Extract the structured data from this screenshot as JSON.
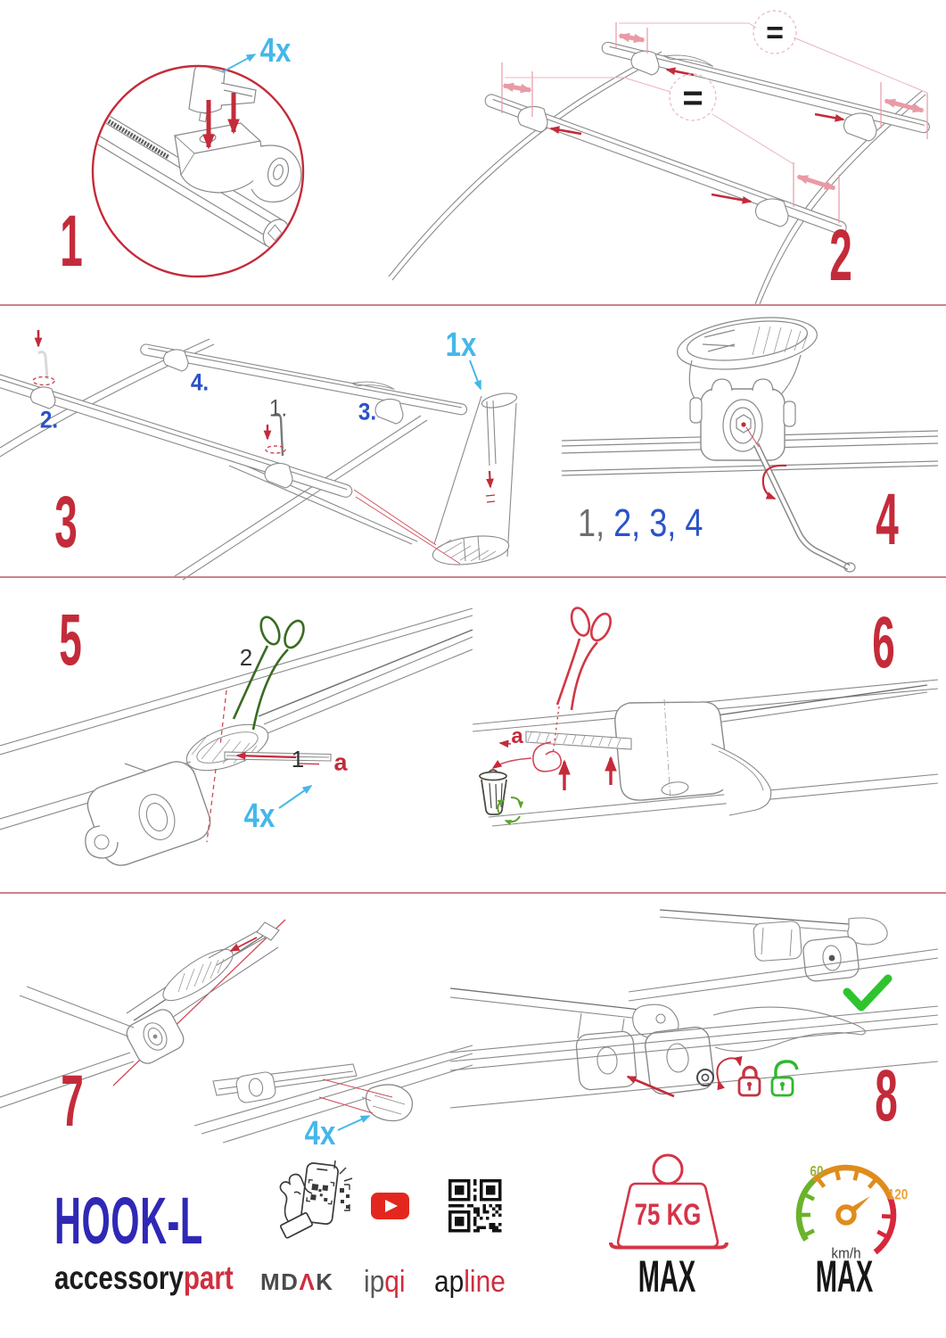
{
  "document": {
    "type": "roof-rack assembly instructions"
  },
  "colors": {
    "accent_red": "#c42b3a",
    "pink_arrow": "#ea9aa6",
    "separator_pink": "#cb848c",
    "cyan": "#45b7e8",
    "blue": "#2a52c9",
    "line_gray": "#8a8a8a",
    "scissors_green": "#3a6b22",
    "ok_green": "#2ec42e",
    "recycle_green": "#5ba42c",
    "brand_blue": "#2f28b5",
    "logo_red": "#cf2e3e",
    "youtube_red": "#e3271e",
    "speed_green": "#6ab32a",
    "speed_orange": "#df8c1d",
    "speed_red": "#d6283c"
  },
  "steps": [
    {
      "number": "1",
      "quantity": "4x"
    },
    {
      "number": "2",
      "equals": "="
    },
    {
      "number": "3",
      "quantity": "1x",
      "order": {
        "first": "1.",
        "second": "2.",
        "third": "3.",
        "fourth": "4."
      }
    },
    {
      "number": "4",
      "sequence": {
        "gray": "1,",
        "blue": " 2, 3, 4"
      }
    },
    {
      "number": "5",
      "cut_label": "2",
      "strip_label": "1",
      "part": "a",
      "quantity": "4x"
    },
    {
      "number": "6",
      "part": "a"
    },
    {
      "number": "7",
      "quantity": "4x"
    },
    {
      "number": "8"
    }
  ],
  "footer": {
    "product_name": "HOOK-L",
    "brand": {
      "prefix": "accessory",
      "suffix": "part"
    },
    "logo_mdak": {
      "md": "MD",
      "lambda": "Λ",
      "k": "K"
    },
    "logo_ipqi": {
      "gray": "ip",
      "red": "qi"
    },
    "logo_apline": {
      "dark": "ap",
      "red": "line"
    },
    "max_load": {
      "value": "75 KG",
      "label": "MAX"
    },
    "max_speed": {
      "low": "60",
      "high": "120",
      "unit": "km/h",
      "label": "MAX"
    }
  }
}
